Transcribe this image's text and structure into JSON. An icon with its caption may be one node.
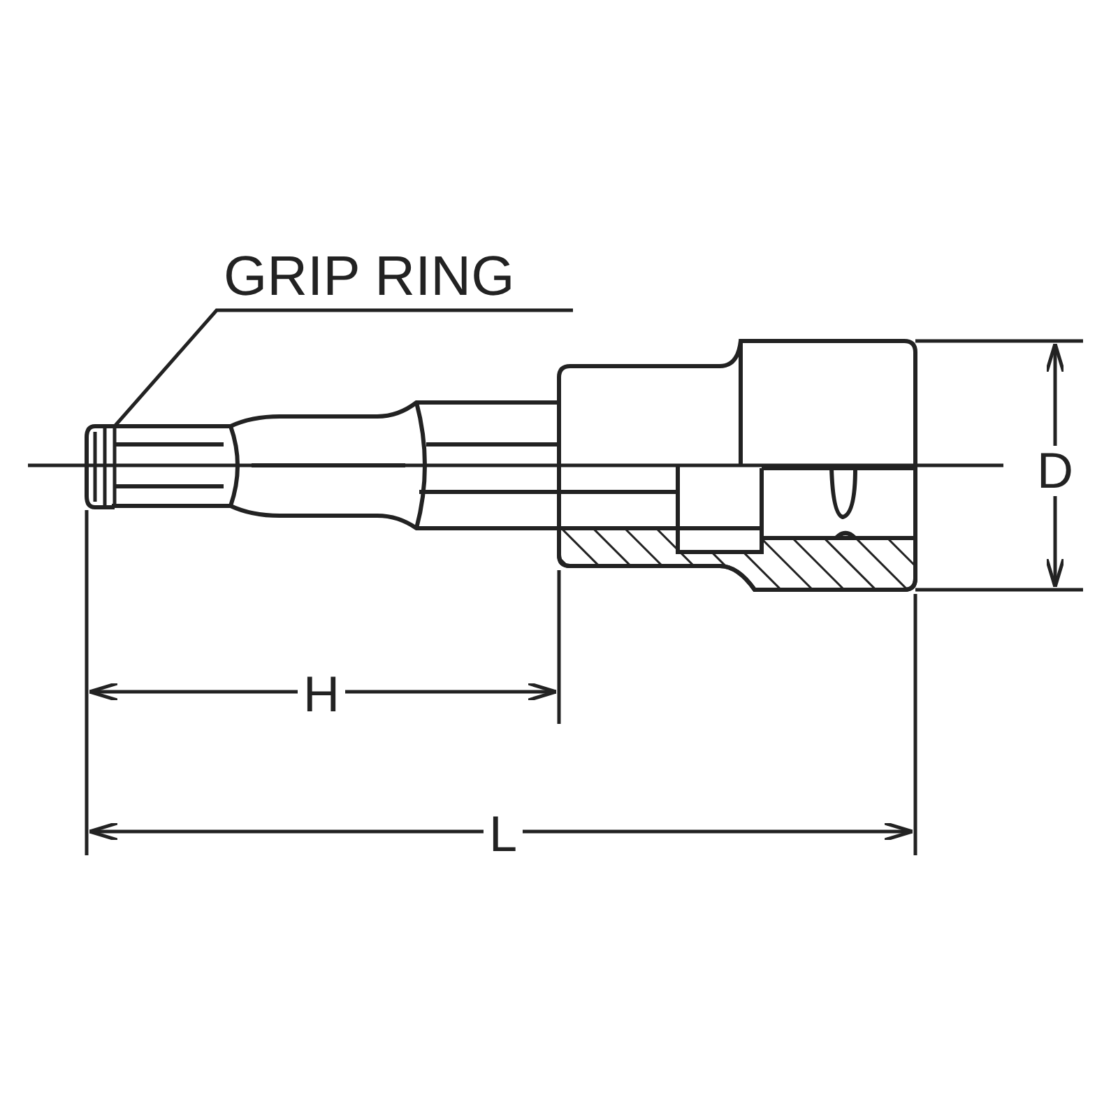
{
  "diagram": {
    "nodes": [
      {
        "text": [
          "GRIP RING"
        ]
      },
      {
        "text": [],
        "shape": "box"
      }
    ],
    "edges": [
      {
        "from": 0,
        "to": 1,
        "arrow": "none"
      }
    ],
    "labels": [
      "D",
      "H",
      "L"
    ]
  }
}
